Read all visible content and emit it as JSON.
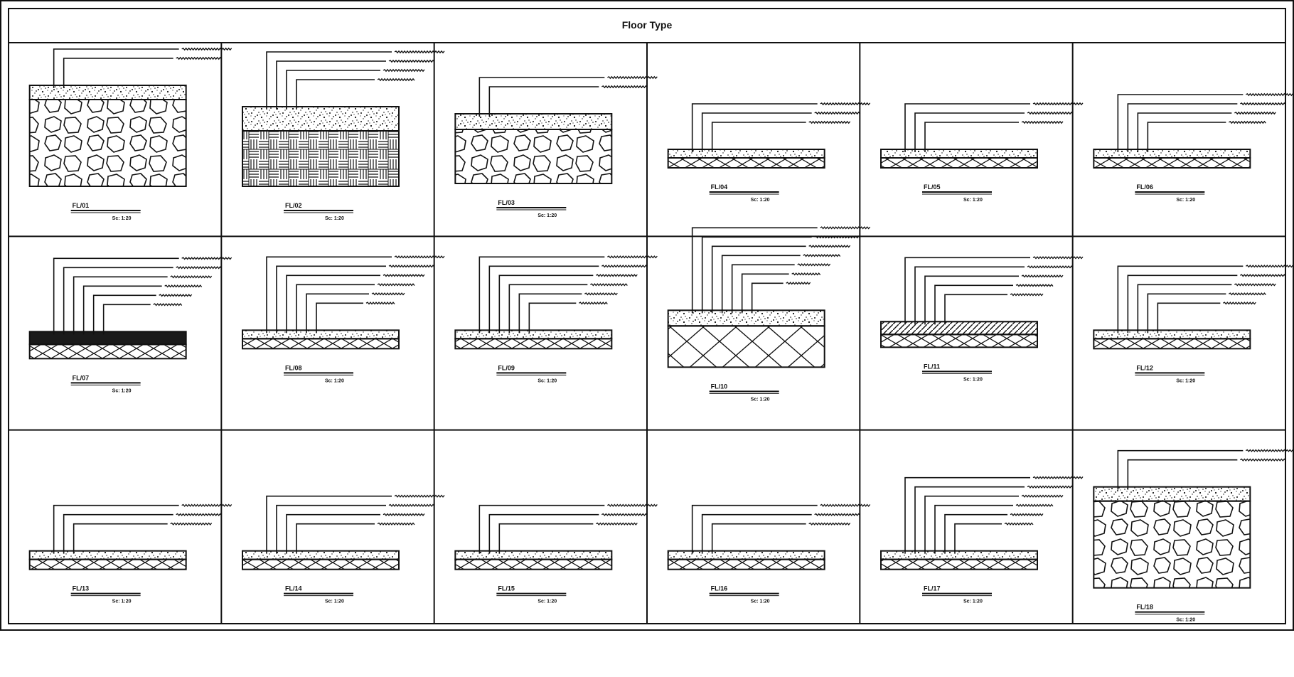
{
  "title": "Floor Type",
  "scale_label": "Sc: 1:20",
  "details": [
    {
      "code": "FL/01",
      "section": "stone-deep",
      "layers": 2
    },
    {
      "code": "FL/02",
      "section": "weave-deep",
      "layers": 4
    },
    {
      "code": "FL/03",
      "section": "stone-mid",
      "layers": 2
    },
    {
      "code": "FL/04",
      "section": "thin",
      "layers": 3
    },
    {
      "code": "FL/05",
      "section": "thin",
      "layers": 3
    },
    {
      "code": "FL/06",
      "section": "thin",
      "layers": 4
    },
    {
      "code": "FL/07",
      "section": "dark-thin",
      "layers": 6
    },
    {
      "code": "FL/08",
      "section": "thin",
      "layers": 6
    },
    {
      "code": "FL/09",
      "section": "thin",
      "layers": 6
    },
    {
      "code": "FL/10",
      "section": "cross-deep",
      "layers": 7
    },
    {
      "code": "FL/11",
      "section": "hatch-mid",
      "layers": 5
    },
    {
      "code": "FL/12",
      "section": "thin",
      "layers": 5
    },
    {
      "code": "FL/13",
      "section": "thin",
      "layers": 3
    },
    {
      "code": "FL/14",
      "section": "thin",
      "layers": 4
    },
    {
      "code": "FL/15",
      "section": "thin",
      "layers": 3
    },
    {
      "code": "FL/16",
      "section": "thin",
      "layers": 3
    },
    {
      "code": "FL/17",
      "section": "thin",
      "layers": 6
    },
    {
      "code": "FL/18",
      "section": "stone-deep",
      "layers": 2
    }
  ]
}
